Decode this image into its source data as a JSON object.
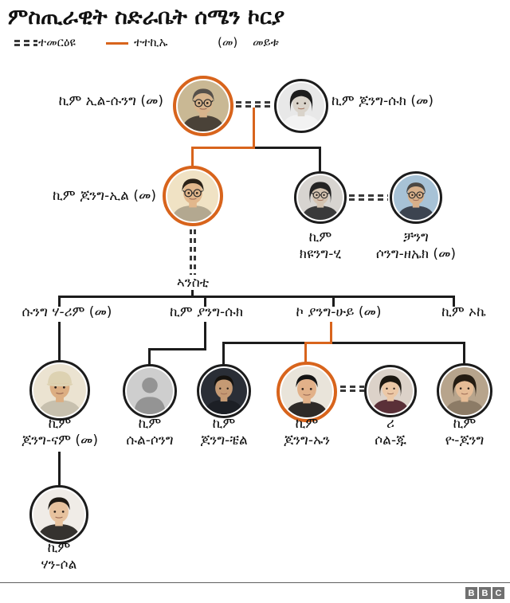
{
  "title": "ምስጢራዊት ስድራቤት ሰሜን ኮርያ",
  "legend": {
    "married_label": "ተመርዕዩ",
    "succession_label": "ተተኪኡ",
    "deceased_symbol": "(መ)",
    "deceased_label": "መይቱ"
  },
  "wives_heading": "ኣንስቲ",
  "colors": {
    "accent_orange": "#d8641c",
    "line_black": "#1c1c1c",
    "dash_gray": "#3a3a3a",
    "divider_gray": "#5f5f5f",
    "logo_gray": "#707070"
  },
  "people": {
    "kim_il_sung": {
      "name": "ኪም ኢል-ሱንግ (መ)",
      "avatar": {
        "style": "man",
        "bg": "#c9b894",
        "skin": "#d8b48c",
        "hair": "#56504a",
        "cloth": "#4a4238",
        "glasses": true
      }
    },
    "kim_jong_suk": {
      "name": "ኪም ጆንግ-ሱክ (መ)",
      "avatar": {
        "style": "woman",
        "bg": "#e8e8e8",
        "skin": "#d9d3ca",
        "hair": "#1d1d1d",
        "cloth": "#f2f2f2"
      }
    },
    "kim_jong_il": {
      "name": "ኪም ጆንግ-ኢል (መ)",
      "avatar": {
        "style": "man",
        "bg": "#f0e2c4",
        "skin": "#e2b78c",
        "hair": "#2b2218",
        "cloth": "#b3a890",
        "glasses": true
      }
    },
    "kim_kyong_hui": {
      "line1": "ኪም",
      "line2": "ክዩንግ-ሂ",
      "avatar": {
        "style": "woman",
        "bg": "#d7d4d0",
        "skin": "#d4c3b0",
        "hair": "#232323",
        "cloth": "#3a3a3a",
        "glasses": true
      }
    },
    "jang_song_thaek": {
      "line1": "ቻንግ",
      "line2": "ሶንግ-ዘኤክ (መ)",
      "avatar": {
        "style": "man",
        "bg": "#a7c2d6",
        "skin": "#d8b08a",
        "hair": "#4c4843",
        "cloth": "#3c4450",
        "glasses": true
      }
    },
    "song_hye_rim": {
      "name": "ሱንግ ሃ-ሪም (መ)"
    },
    "kim_young_sook": {
      "name": "ኪም ያንግ-ሱክ"
    },
    "ko_young_hee": {
      "name": "ኮ ያንግ-ሁይ (መ)"
    },
    "kim_ok": {
      "name": "ኪም ኦኬ"
    },
    "kim_jong_nam": {
      "line1": "ኪም",
      "line2": "ጆንግ-ናም (መ)",
      "avatar": {
        "style": "man",
        "bg": "#ebe3d1",
        "skin": "#dcae82",
        "hair": "#3a2f24",
        "cloth": "#c7c0ae",
        "cap": "#ddd2b2"
      }
    },
    "kim_sul_song": {
      "line1": "ኪም",
      "line2": "ሱል-ሶንግ",
      "avatar": {
        "style": "silhouette",
        "bg": "#cecece",
        "fg": "#949494"
      }
    },
    "kim_jong_chul": {
      "line1": "ኪም",
      "line2": "ጆንግ-ቼል",
      "avatar": {
        "style": "man",
        "bg": "#2a2e36",
        "skin": "#c59a74",
        "hair": "#15120e",
        "cloth": "#1c1f25"
      }
    },
    "kim_jong_un": {
      "line1": "ኪም",
      "line2": "ጆንግ-ኡን",
      "avatar": {
        "style": "man",
        "bg": "#e9e4da",
        "skin": "#e2b189",
        "hair": "#141414",
        "cloth": "#2e2a28"
      }
    },
    "ri_sol_ju": {
      "line1": "ሪ",
      "line2": "ሶል-ጁ",
      "avatar": {
        "style": "woman",
        "bg": "#dcd2c9",
        "skin": "#ecc8a6",
        "hair": "#1c1710",
        "cloth": "#5a3038"
      }
    },
    "kim_yo_jong": {
      "line1": "ኪም",
      "line2": "ዮ-ጆንግ",
      "avatar": {
        "style": "woman",
        "bg": "#b7a48c",
        "skin": "#e5bc96",
        "hair": "#241c12",
        "cloth": "#8c7b66"
      }
    },
    "kim_han_sol": {
      "line1": "ኪም",
      "line2": "ሃን-ሶል",
      "avatar": {
        "style": "man",
        "bg": "#f0ece7",
        "skin": "#e7c29e",
        "hair": "#1f1a14",
        "cloth": "#35322f"
      }
    }
  },
  "footer": {
    "logo_letters": [
      "B",
      "B",
      "C"
    ]
  }
}
